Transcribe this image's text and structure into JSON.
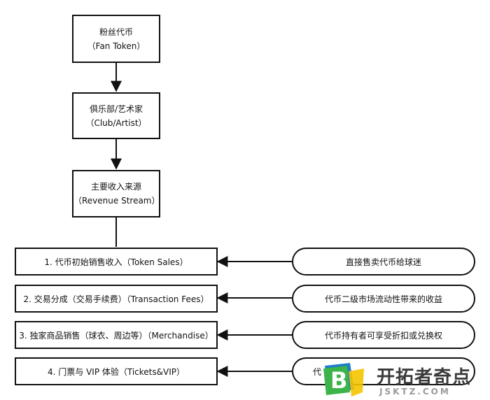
{
  "flow": {
    "fan_token": {
      "line1": "粉丝代币",
      "line2": "（Fan Token）"
    },
    "club": {
      "line1": "俱乐部/艺术家",
      "line2": "（Club/Artist）"
    },
    "revenue": {
      "line1": "主要收入来源",
      "line2": "（Revenue Stream）"
    }
  },
  "streams": [
    {
      "label": "1. 代币初始销售收入（Token Sales）",
      "note": "直接售卖代币给球迷"
    },
    {
      "label": "2. 交易分成（交易手续费）（Transaction Fees）",
      "note": "代币二级市场流动性带来的收益"
    },
    {
      "label": "3. 独家商品销售（球衣、周边等）（Merchandise）",
      "note": "代币持有者可享受折扣或兑换权"
    },
    {
      "label": "4. 门票与 VIP 体验（Tickets&VIP）",
      "note": "代"
    }
  ],
  "watermark": {
    "title": "开拓者奇点",
    "subtitle": "JSKTZ.COM",
    "logo_letter": "B",
    "colors": {
      "green": "#3cb44a",
      "blue": "#1e7ec8",
      "yellow": "#f5c400"
    }
  },
  "colors": {
    "line": "#111111",
    "background": "#ffffff"
  }
}
